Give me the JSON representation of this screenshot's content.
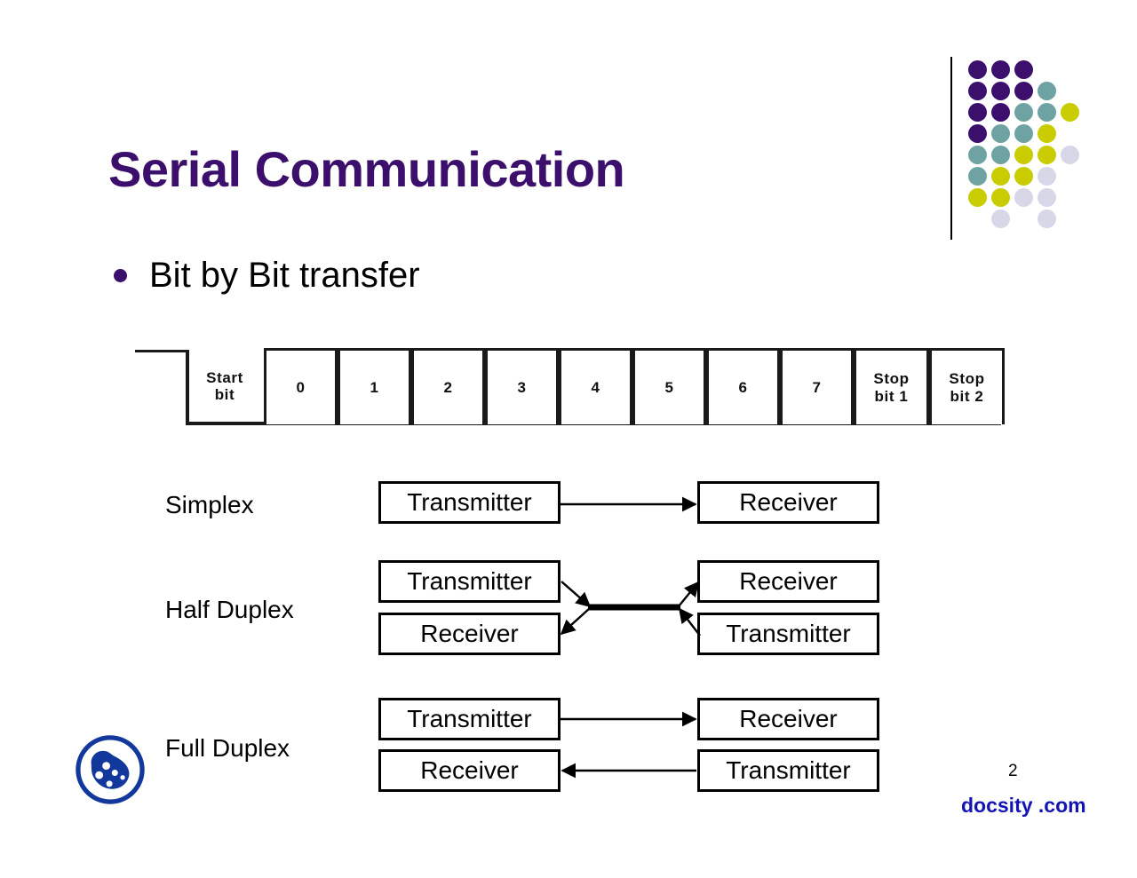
{
  "slide": {
    "title": "Serial Communication",
    "bullets": [
      {
        "text": "Bit by Bit transfer",
        "marker": "bullet-dot"
      }
    ]
  },
  "header_logo": {
    "name": "dot-grid-logo",
    "divider": "vertical-rule",
    "colors": {
      "purple": "#3B0F6B",
      "teal": "#6FA2A2",
      "yellow": "#C8CC00",
      "lavender": "#D7D7E8"
    },
    "grid": [
      [
        "purple",
        "purple",
        "purple",
        "",
        ""
      ],
      [
        "purple",
        "purple",
        "purple",
        "teal",
        ""
      ],
      [
        "purple",
        "purple",
        "teal",
        "teal",
        "yellow"
      ],
      [
        "purple",
        "teal",
        "teal",
        "yellow",
        ""
      ],
      [
        "teal",
        "teal",
        "yellow",
        "yellow",
        "lavender"
      ],
      [
        "teal",
        "yellow",
        "yellow",
        "lavender",
        ""
      ],
      [
        "yellow",
        "yellow",
        "lavender",
        "lavender",
        ""
      ],
      [
        "",
        "lavender",
        "",
        "lavender",
        ""
      ]
    ]
  },
  "bit_frame": {
    "name": "uart-frame-diagram",
    "cells": [
      {
        "label": "Start\nbit",
        "kind": "start",
        "width": 88
      },
      {
        "label": "0",
        "kind": "data",
        "width": 83
      },
      {
        "label": "1",
        "kind": "data",
        "width": 83
      },
      {
        "label": "2",
        "kind": "data",
        "width": 83
      },
      {
        "label": "3",
        "kind": "data",
        "width": 83
      },
      {
        "label": "4",
        "kind": "data",
        "width": 83
      },
      {
        "label": "5",
        "kind": "data",
        "width": 83
      },
      {
        "label": "6",
        "kind": "data",
        "width": 83
      },
      {
        "label": "7",
        "kind": "data",
        "width": 83
      },
      {
        "label": "Stop\nbit 1",
        "kind": "stop",
        "width": 85
      },
      {
        "label": "Stop\nbit 2",
        "kind": "stop",
        "width": 85
      }
    ]
  },
  "modes": [
    {
      "label": "Simplex",
      "name": "simplex",
      "left_nodes": [
        "Transmitter"
      ],
      "right_nodes": [
        "Receiver"
      ],
      "link": "one-way-right"
    },
    {
      "label": "Half Duplex",
      "name": "half-duplex",
      "left_nodes": [
        "Transmitter",
        "Receiver"
      ],
      "right_nodes": [
        "Receiver",
        "Transmitter"
      ],
      "link": "shared-bus-bidirectional"
    },
    {
      "label": "Full Duplex",
      "name": "full-duplex",
      "left_nodes": [
        "Transmitter",
        "Receiver"
      ],
      "right_nodes": [
        "Receiver",
        "Transmitter"
      ],
      "link": "two-way-independent"
    }
  ],
  "footer": {
    "page_number": "2",
    "site": "docsity .com",
    "logo_name": "docsity-logo",
    "logo_color": "#13389C"
  }
}
